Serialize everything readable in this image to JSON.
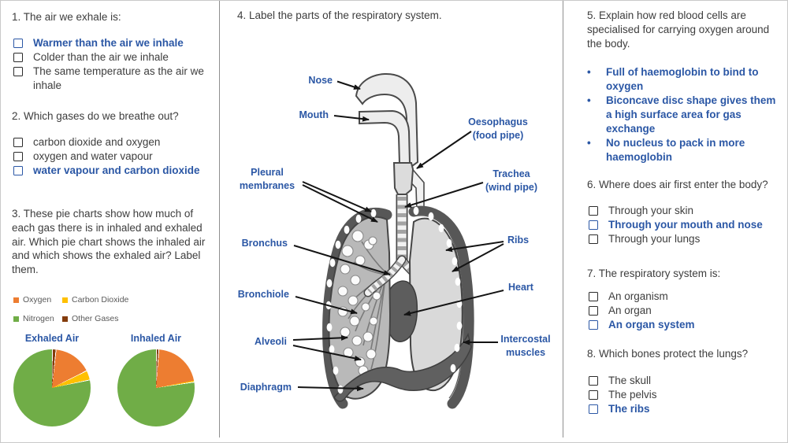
{
  "colors": {
    "accent_blue": "#2B57A5",
    "question_text": "#3d3d3d",
    "legend_text": "#595959",
    "oxygen": "#ED7D31",
    "carbon_dioxide": "#FFC000",
    "nitrogen": "#70AD47",
    "other_gases": "#843C0C"
  },
  "left": {
    "q1": {
      "title": "1. The air we exhale is:",
      "options": [
        {
          "label": "Warmer than the air we inhale",
          "answer": true
        },
        {
          "label": "Colder than the air we inhale",
          "answer": false
        },
        {
          "label": "The same temperature as the air we inhale",
          "answer": false
        }
      ]
    },
    "q2": {
      "title": "2. Which gases do we breathe out?",
      "options": [
        {
          "label": "carbon dioxide and oxygen",
          "answer": false
        },
        {
          "label": "oxygen and water vapour",
          "answer": false
        },
        {
          "label": "water vapour and carbon dioxide",
          "answer": true
        }
      ]
    },
    "q3": {
      "title": "3. These pie charts show how much of each gas there is in inhaled and exhaled air. Which pie chart shows the inhaled air and which shows the exhaled air? Label them."
    },
    "legend": [
      {
        "label": "Oxygen",
        "color": "#ED7D31"
      },
      {
        "label": "Carbon Dioxide",
        "color": "#FFC000"
      },
      {
        "label": "Nitrogen",
        "color": "#70AD47"
      },
      {
        "label": "Other Gases",
        "color": "#843C0C"
      }
    ]
  },
  "chart_data": [
    {
      "type": "pie",
      "title": "Exhaled Air",
      "legend_position": "above",
      "slices": [
        {
          "label": "Other Gases",
          "pct": 1.5,
          "color": "#843C0C"
        },
        {
          "label": "Oxygen",
          "pct": 16,
          "color": "#ED7D31"
        },
        {
          "label": "Carbon Dioxide",
          "pct": 4,
          "color": "#FFC000"
        },
        {
          "label": "Nitrogen",
          "pct": 78.5,
          "color": "#70AD47"
        }
      ]
    },
    {
      "type": "pie",
      "title": "Inhaled Air",
      "legend_position": "above",
      "slices": [
        {
          "label": "Other Gases",
          "pct": 1,
          "color": "#843C0C"
        },
        {
          "label": "Oxygen",
          "pct": 20.9,
          "color": "#ED7D31"
        },
        {
          "label": "Carbon Dioxide",
          "pct": 0.5,
          "color": "#FFC000"
        },
        {
          "label": "Nitrogen",
          "pct": 77.6,
          "color": "#70AD47"
        }
      ]
    }
  ],
  "middle": {
    "q4_title": "4. Label the parts of the respiratory system.",
    "labels": {
      "nose": "Nose",
      "mouth": "Mouth",
      "oesophagus1": "Oesophagus",
      "oesophagus2": "(food pipe)",
      "trachea1": "Trachea",
      "trachea2": "(wind pipe)",
      "pleural1": "Pleural",
      "pleural2": "membranes",
      "bronchus": "Bronchus",
      "bronchiole": "Bronchiole",
      "alveoli": "Alveoli",
      "diaphragm": "Diaphragm",
      "ribs": "Ribs",
      "heart": "Heart",
      "intercostal1": "Intercostal",
      "intercostal2": "muscles"
    }
  },
  "right": {
    "q5": {
      "title": "5. Explain how red blood cells are specialised for carrying oxygen around the body.",
      "bullets": [
        "Full of haemoglobin to bind to oxygen",
        "Biconcave disc shape gives them a high surface area for gas exchange",
        "No nucleus to pack in more haemoglobin"
      ]
    },
    "q6": {
      "title": "6. Where does air first enter the body?",
      "options": [
        {
          "label": "Through your skin",
          "answer": false
        },
        {
          "label": "Through your mouth and nose",
          "answer": true
        },
        {
          "label": "Through your lungs",
          "answer": false
        }
      ]
    },
    "q7": {
      "title": "7. The respiratory system is:",
      "options": [
        {
          "label": "An organism",
          "answer": false
        },
        {
          "label": "An organ",
          "answer": false
        },
        {
          "label": "An organ system",
          "answer": true
        }
      ]
    },
    "q8": {
      "title": "8. Which bones protect the lungs?",
      "options": [
        {
          "label": "The skull",
          "answer": false
        },
        {
          "label": "The pelvis",
          "answer": false
        },
        {
          "label": "The ribs",
          "answer": true
        }
      ]
    }
  }
}
